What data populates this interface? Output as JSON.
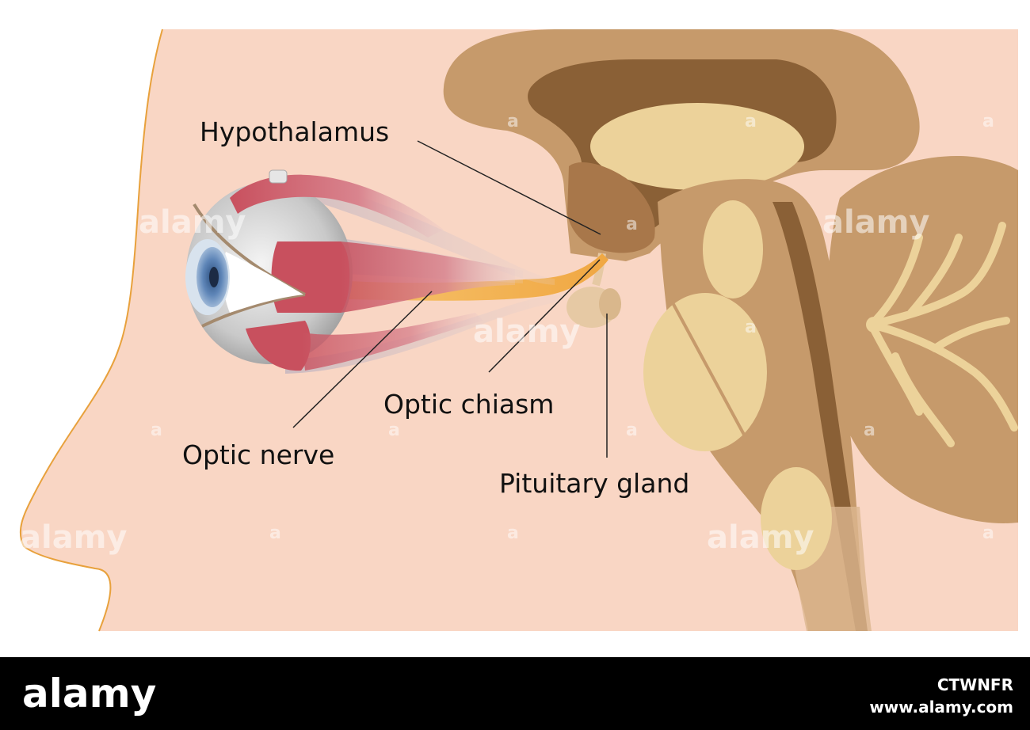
{
  "labels": {
    "hypothalamus": "Hypothalamus",
    "optic_chiasm": "Optic chiasm",
    "optic_nerve": "Optic nerve",
    "pituitary_gland": "Pituitary gland"
  },
  "watermark": {
    "mark": "alamy",
    "small": "a"
  },
  "footer": {
    "brand": "alamy",
    "image_id": "CTWNFR",
    "url": "www.alamy.com"
  },
  "colors": {
    "skin": "#f9d6c4",
    "outline": "#e8a13c",
    "brain_light": "#c69a6b",
    "brain_dark": "#8a6036",
    "brain_pale": "#ecd29a",
    "footer_bg": "#000000"
  }
}
